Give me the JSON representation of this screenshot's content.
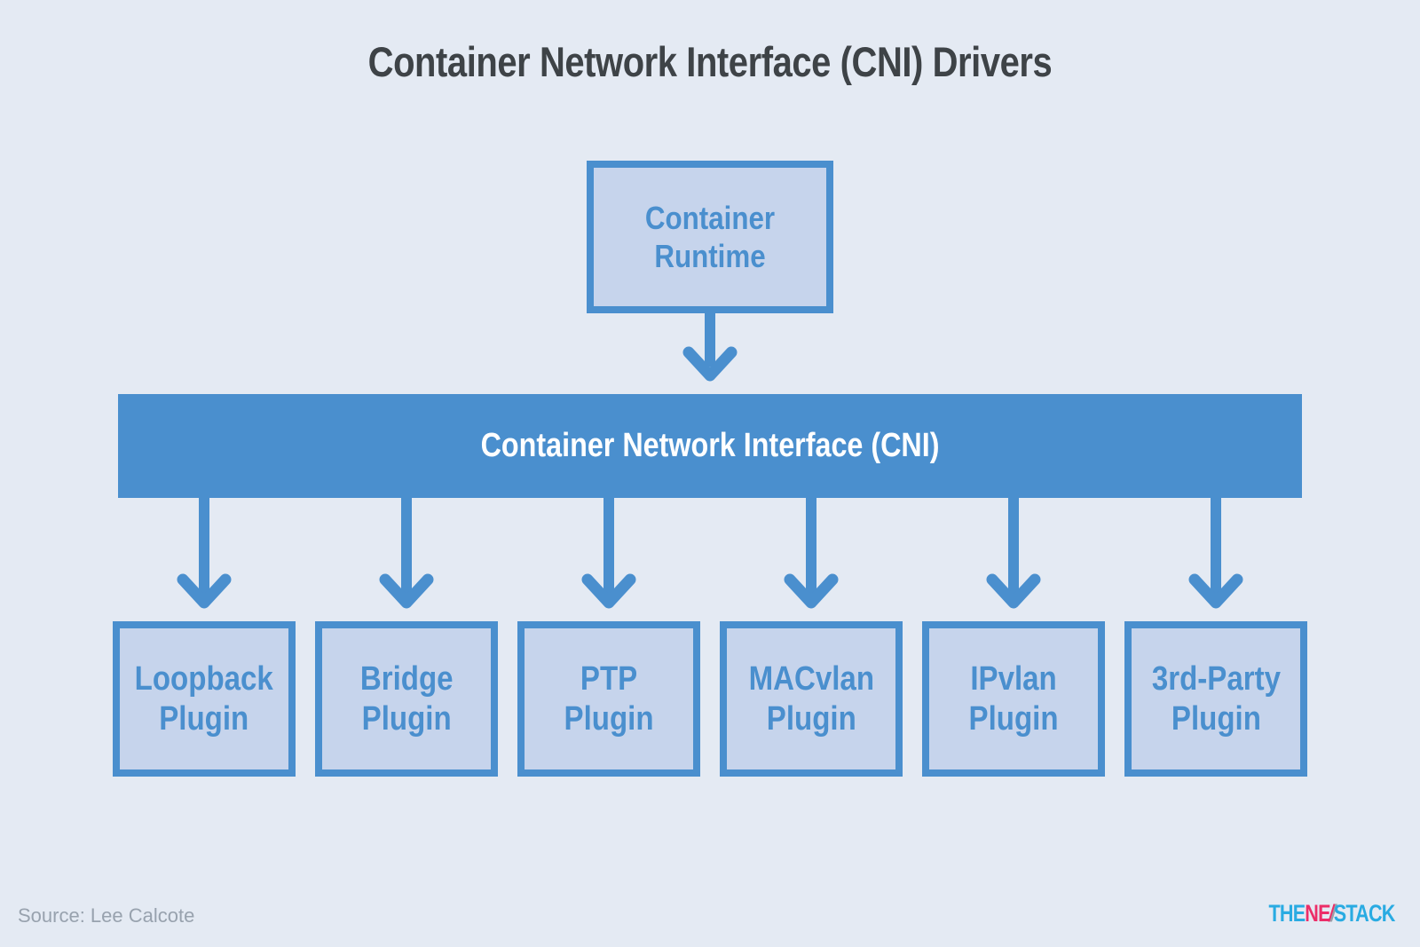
{
  "title": "Container Network Interface (CNI) Drivers",
  "diagram": {
    "root": {
      "line1": "Container",
      "line2": "Runtime"
    },
    "bus": {
      "label": "Container Network Interface (CNI)"
    },
    "plugins": [
      {
        "line1": "Loopback",
        "line2": "Plugin"
      },
      {
        "line1": "Bridge",
        "line2": "Plugin"
      },
      {
        "line1": "PTP",
        "line2": "Plugin"
      },
      {
        "line1": "MACvlan",
        "line2": "Plugin"
      },
      {
        "line1": "IPvlan",
        "line2": "Plugin"
      },
      {
        "line1": "3rd-Party",
        "line2": "Plugin"
      }
    ]
  },
  "footer": {
    "source": "Source: Lee Calcote",
    "logo": {
      "part1": "THE",
      "part2": "NE",
      "slash1": "/",
      "slash2": "/",
      "part3": "STACK"
    }
  },
  "colors": {
    "background": "#e4eaf3",
    "accent_blue": "#4a8fce",
    "box_fill": "#c6d4ec",
    "bar_text": "#ffffff",
    "title_text": "#3e4347",
    "source_text": "#98a2ae",
    "logo_blue": "#29abe2",
    "logo_pink": "#ec2d68",
    "logo_gray": "#9b9fa8"
  }
}
